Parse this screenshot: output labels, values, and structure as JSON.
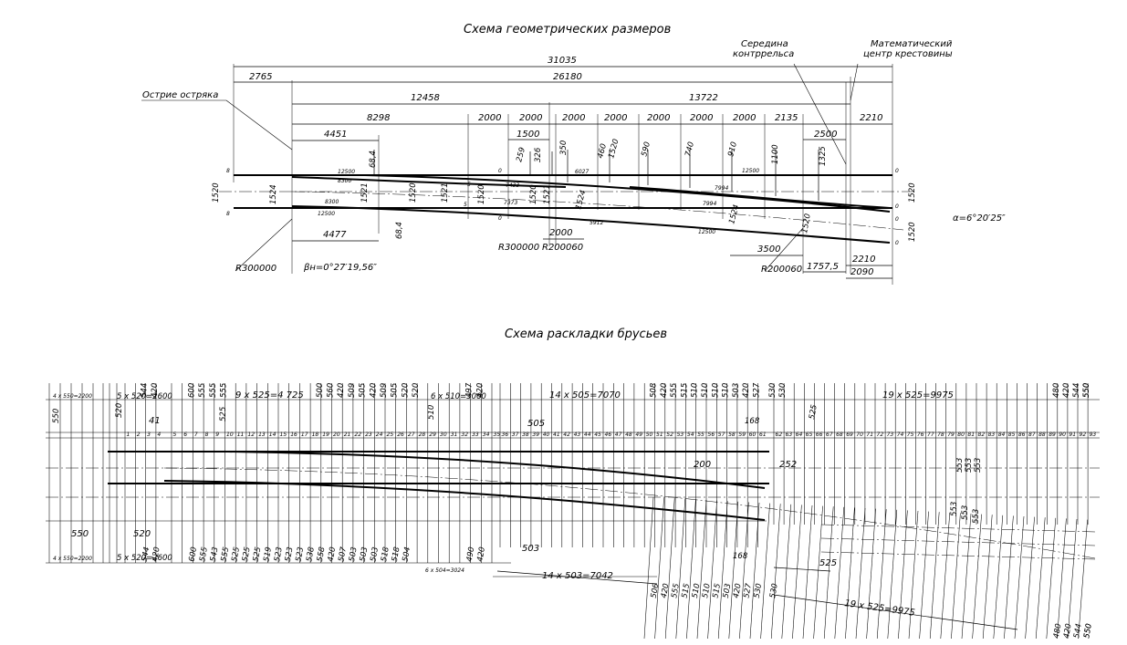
{
  "titles": {
    "geometry": "Схема геометрических размеров",
    "ties": "Схема раскладки брусьев"
  },
  "geometry": {
    "callouts": {
      "switch_point": "Острие остряка",
      "guard_rail_middle_1": "Середина",
      "guard_rail_middle_2": "контррельса",
      "math_center_1": "Математический",
      "math_center_2": "центр крестовины"
    },
    "top_dims": [
      {
        "id": "d31035",
        "text": "31035"
      },
      {
        "id": "d2765",
        "text": "2765"
      },
      {
        "id": "d26180",
        "text": "26180"
      },
      {
        "id": "d12458",
        "text": "12458"
      },
      {
        "id": "d13722",
        "text": "13722"
      },
      {
        "id": "d8298",
        "text": "8298"
      },
      {
        "id": "d2000a",
        "text": "2000"
      },
      {
        "id": "d2000b",
        "text": "2000"
      },
      {
        "id": "d2000c",
        "text": "2000"
      },
      {
        "id": "d2000d",
        "text": "2000"
      },
      {
        "id": "d2000e",
        "text": "2000"
      },
      {
        "id": "d2000f",
        "text": "2000"
      },
      {
        "id": "d2000g",
        "text": "2000"
      },
      {
        "id": "d2135",
        "text": "2135"
      },
      {
        "id": "d2210",
        "text": "2210"
      },
      {
        "id": "d4451",
        "text": "4451"
      },
      {
        "id": "d1500",
        "text": "1500"
      },
      {
        "id": "d2500",
        "text": "2500"
      }
    ],
    "ordinates": [
      "259",
      "326",
      "350",
      "460",
      "1520",
      "590",
      "740",
      "910",
      "1100",
      "1325",
      "68,4"
    ],
    "lengths": [
      "12500",
      "8300",
      "8300",
      "12500",
      "6027",
      "7433",
      "7373",
      "5912",
      "7994",
      "7994",
      "12500",
      "12500",
      "0",
      "0",
      "8",
      "8",
      "0",
      "0",
      "0",
      "0"
    ],
    "gauges": [
      "1520",
      "1524",
      "1521",
      "1520",
      "1521",
      "1520",
      "1520",
      "1521",
      "1524",
      "1524",
      "1520",
      "1520",
      "1520",
      "5",
      "5"
    ],
    "bottom_dims": [
      {
        "id": "b4477",
        "text": "4477"
      },
      {
        "id": "b68",
        "text": "68,4"
      },
      {
        "id": "b2000",
        "text": "2000"
      },
      {
        "id": "b3500",
        "text": "3500"
      },
      {
        "id": "b2210",
        "text": "2210"
      },
      {
        "id": "b1757",
        "text": "1757,5"
      },
      {
        "id": "b2090",
        "text": "2090"
      }
    ],
    "radii": [
      "R300000",
      "R300000",
      "R200060",
      "R200060"
    ],
    "beta": "βн=0°27′19,56″",
    "alpha": "α=6°20′25″"
  },
  "ties": {
    "top_groups": [
      {
        "id": "tg1",
        "text": "4 x 550=2200"
      },
      {
        "id": "tg2",
        "text": "5 x 520=2600"
      },
      {
        "id": "tg3",
        "text": "9 x 525=4 725"
      },
      {
        "id": "tg4",
        "text": "6 x 510=3060"
      },
      {
        "id": "tg5",
        "text": "14 x 505=7070"
      },
      {
        "id": "tg6",
        "text": "19 x 525=9975"
      }
    ],
    "top_spacings": [
      "544",
      "420",
      "600",
      "555",
      "555",
      "555",
      "500",
      "560",
      "420",
      "509",
      "505",
      "420",
      "509",
      "505",
      "520",
      "520",
      "497",
      "420",
      "508",
      "420",
      "555",
      "515",
      "510",
      "510",
      "510",
      "510",
      "503",
      "420",
      "527",
      "530",
      "530",
      "480",
      "420",
      "544",
      "550",
      "550"
    ],
    "top_misc": [
      "550",
      "520",
      "41",
      "525",
      "510",
      "505",
      "168",
      "525",
      "200",
      "252"
    ],
    "bottom_groups": [
      {
        "id": "bg1",
        "text": "4 x 550=2200"
      },
      {
        "id": "bg2",
        "text": "5 x 520=2600"
      },
      {
        "id": "bg3",
        "text": "6 x 504=3024"
      },
      {
        "id": "bg4",
        "text": "14 x 503=7042"
      },
      {
        "id": "bg5",
        "text": "19 x 525=9975"
      }
    ],
    "bottom_spacings": [
      "544",
      "420",
      "600",
      "555",
      "543",
      "555",
      "525",
      "525",
      "525",
      "519",
      "523",
      "523",
      "523",
      "538",
      "558",
      "420",
      "507",
      "503",
      "503",
      "503",
      "518",
      "518",
      "504",
      "490",
      "420",
      "506",
      "420",
      "555",
      "515",
      "510",
      "510",
      "515",
      "503",
      "420",
      "527",
      "530",
      "530",
      "480",
      "420",
      "544",
      "550",
      "550"
    ],
    "bottom_misc": [
      "550",
      "520",
      "503",
      "168",
      "525",
      "553",
      "553",
      "553",
      "553",
      "553",
      "553"
    ]
  }
}
